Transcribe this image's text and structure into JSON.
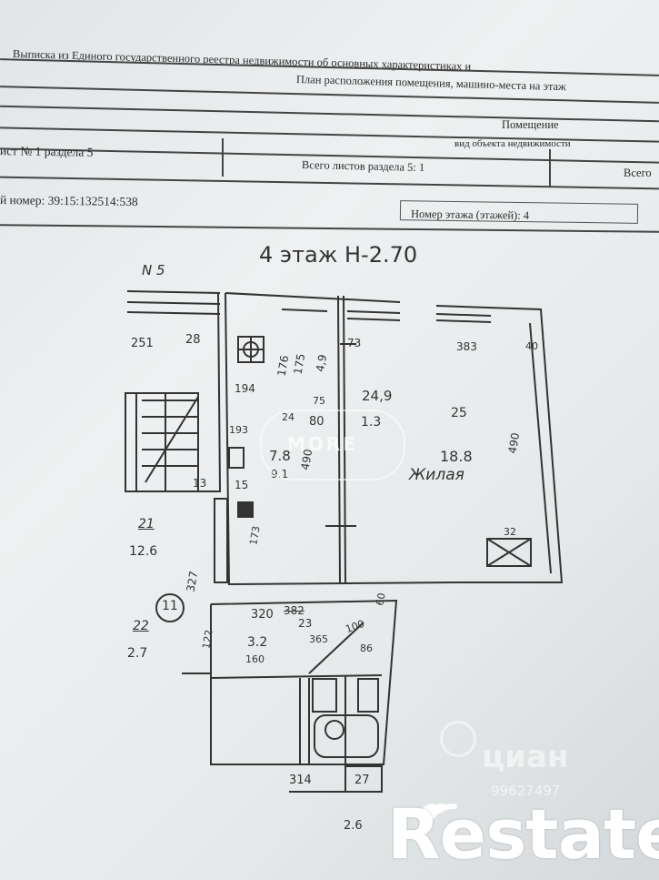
{
  "header": {
    "line1": "Выписка из Единого государственного реестра недвижимости об основных характеристиках и",
    "line2": "План расположения помещения, машино-места на этаж",
    "object_type_value": "Помещение",
    "object_type_caption": "вид объекта недвижимости",
    "sheet_label": "ист № 1 раздела 5",
    "total_sheets_label": "Всего листов раздела 5: 1",
    "total_right": "Всего",
    "cad_label": "й номер: 39:15:132514:538",
    "floor_label": "Номер этажа (этажей): 4"
  },
  "plan": {
    "title": "4 этаж Н-2.70",
    "labels": {
      "n5": "N 5",
      "d251": "251",
      "d28": "28",
      "d73": "73",
      "d383": "383",
      "d40": "40",
      "d194": "194",
      "d176": "176",
      "d175": "175",
      "d4_9": "4,9",
      "d75": "75",
      "d24_9": "24,9",
      "d24": "24",
      "d80": "80",
      "d1_3": "1.3",
      "room25": "25",
      "d490": "490",
      "d193": "193",
      "area7_8": "7.8",
      "d9_1": "9.1",
      "d490b": "490",
      "area18_8": "18.8",
      "zhilaya": "Жилая",
      "d13": "13",
      "d15": "15",
      "d173": "173",
      "room21": "21",
      "area12_6": "12.6",
      "d32": "32",
      "d327": "327",
      "circ11": "11",
      "d320": "320",
      "d382": "382",
      "d60": "60",
      "room22": "22",
      "area2_7": "2.7",
      "d122": "122",
      "d23": "23",
      "d100": "100",
      "area3_2": "3.2",
      "d365": "365",
      "d86": "86",
      "d160": "160",
      "d314": "314",
      "d27": "27",
      "area2_6": "2.6"
    }
  },
  "watermarks": {
    "more": "MORE",
    "cian": "циан",
    "cian_id": "99627497",
    "restate": "Restate"
  },
  "colors": {
    "ink": "#2b2b2b",
    "paper": "#e8ebec",
    "watermark": "#ffffff"
  }
}
